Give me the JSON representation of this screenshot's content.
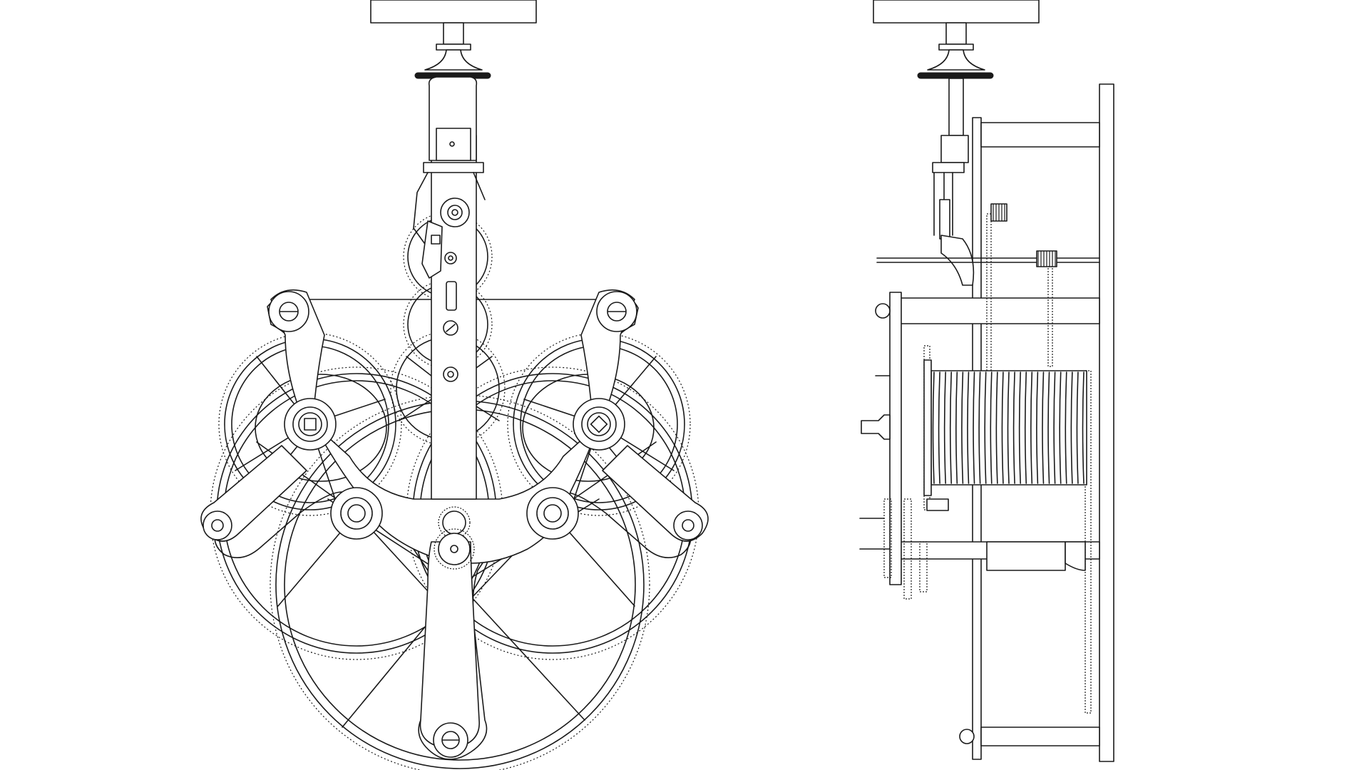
{
  "drawing": {
    "stroke_color": "#1a1a1a",
    "background": "#ffffff",
    "views": [
      "front-view",
      "side-view"
    ]
  },
  "front_view": {
    "wheels": [
      {
        "name": "upper-escape-wheel",
        "cx": 0,
        "cy": 0
      },
      {
        "name": "left-great-wheel"
      },
      {
        "name": "right-great-wheel"
      },
      {
        "name": "left-lower-wheel"
      },
      {
        "name": "right-lower-wheel"
      },
      {
        "name": "center-great-wheel"
      }
    ]
  },
  "side_view": {
    "barrel_grooves": 26
  }
}
